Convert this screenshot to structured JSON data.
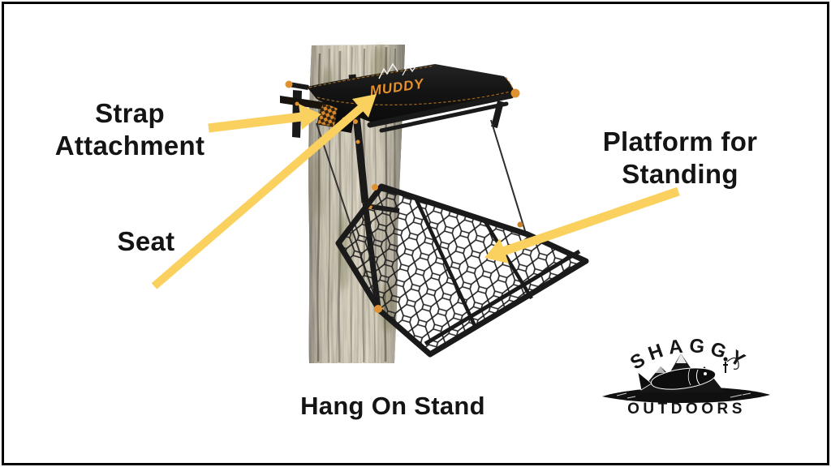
{
  "canvas": {
    "kind": "infographic"
  },
  "labels": {
    "strap_attachment": "Strap\nAttachment",
    "seat": "Seat",
    "platform": "Platform for\nStanding"
  },
  "caption": "Hang On Stand",
  "stand": {
    "brand_logo_text": "MUDDY"
  },
  "brand_logo": {
    "name": "SHAGGY",
    "word": "OUTDOORS"
  },
  "colors": {
    "background": "#FFFFFF",
    "border": "#000000",
    "text": "#141414",
    "arrow": "#FAD15E",
    "frame": "#1A1A1A",
    "accent_orange": "#DF9232",
    "mesh": "#1F1F1F",
    "bark": "#8A8371",
    "stitch": "#B5761F"
  }
}
